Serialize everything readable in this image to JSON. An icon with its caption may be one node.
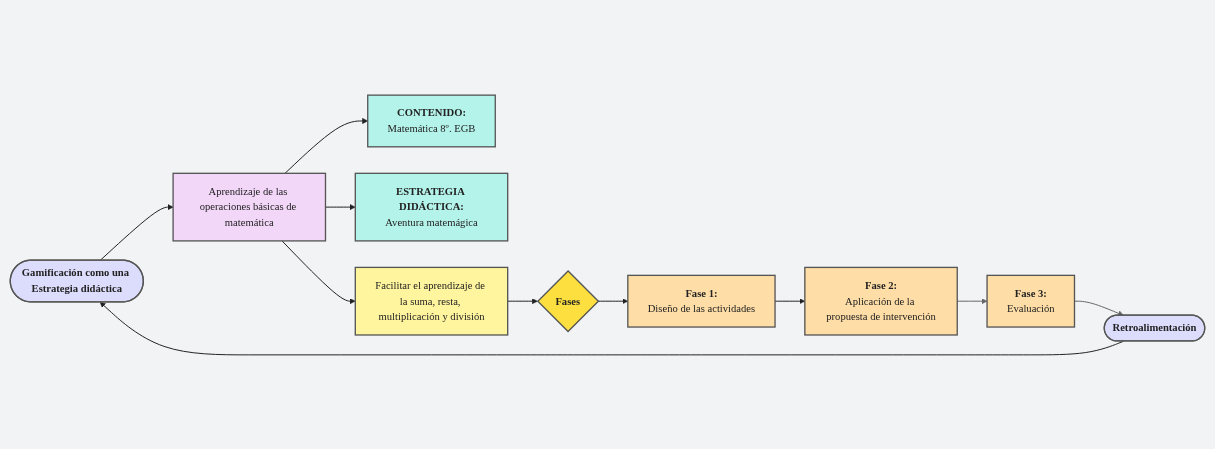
{
  "diagram": {
    "nodes": [
      {
        "text": [
          "Gamificación como una Estrategia didáctica"
        ]
      },
      {
        "text": [
          "Aprendizaje de las operaciones básicas de matemática"
        ]
      },
      {
        "text": [
          "CONTENIDO:",
          "Matemática 8º. EGB"
        ]
      },
      {
        "text": [
          "ESTRATEGIA DIDÁCTICA:",
          "Aventura matemágica"
        ]
      },
      {
        "text": [
          "Facilitar el aprendizaje de la suma, resta, multiplicación y división"
        ]
      },
      {
        "text": [
          "Fases"
        ]
      },
      {
        "text": [
          "Fase 1:",
          "Diseño de las actividades"
        ]
      },
      {
        "text": [
          "Fase 2:",
          "Aplicación de la propuesta de intervención"
        ]
      },
      {
        "text": [
          "Fase 3:",
          "Evaluación"
        ]
      },
      {
        "text": [
          "Retroalimentación"
        ]
      }
    ],
    "edges": [
      {
        "from": 0,
        "to": 1,
        "arrow": "to"
      },
      {
        "from": 1,
        "to": 2,
        "arrow": "to"
      },
      {
        "from": 1,
        "to": 3,
        "arrow": "to"
      },
      {
        "from": 1,
        "to": 4,
        "arrow": "to"
      },
      {
        "from": 4,
        "to": 5,
        "arrow": "to"
      },
      {
        "from": 5,
        "to": 6,
        "arrow": "to"
      },
      {
        "from": 6,
        "to": 7,
        "arrow": "to"
      },
      {
        "from": 7,
        "to": 8,
        "arrow": "to",
        "color": "#666666"
      },
      {
        "from": 8,
        "to": 9,
        "arrow": "to",
        "color": "#666666"
      },
      {
        "from": 9,
        "to": 0,
        "arrow": "to"
      }
    ]
  }
}
